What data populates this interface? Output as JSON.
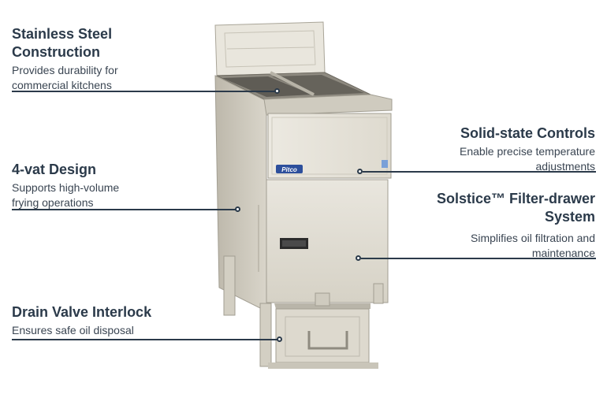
{
  "callouts": {
    "stainless": {
      "title": "Stainless Steel Construction",
      "desc": "Provides durability for commercial kitchens"
    },
    "vat": {
      "title": "4-vat Design",
      "desc": "Supports high-volume frying operations"
    },
    "drain": {
      "title": "Drain Valve Interlock",
      "desc": "Ensures safe oil disposal"
    },
    "controls": {
      "title": "Solid-state Controls",
      "desc": "Enable precise temperature adjustments"
    },
    "filter": {
      "title": "Solstice™ Filter-drawer System",
      "desc": "Simplifies oil filtration and maintenance"
    }
  },
  "product": {
    "brand_badge": "Pitco"
  },
  "colors": {
    "text": "#2b3a4a",
    "steel_light": "#e6e2d8",
    "steel_mid": "#cfcabc",
    "steel_dark": "#8f8b80"
  }
}
